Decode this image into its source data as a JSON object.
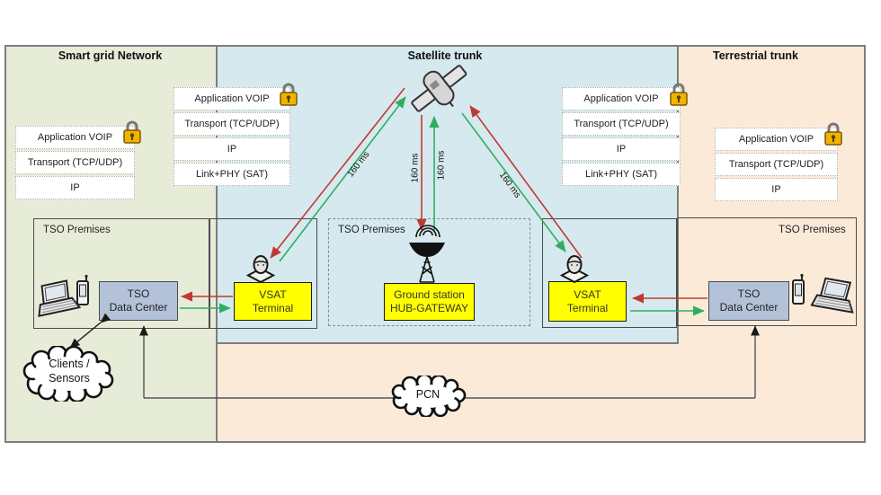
{
  "zones": {
    "smart_grid": {
      "title": "Smart grid Network",
      "bg": "#e7ecd9"
    },
    "satellite": {
      "title": "Satellite trunk",
      "bg": "#d5e9ef"
    },
    "terrestrial": {
      "title": "Terrestrial trunk",
      "bg": "#fcead9"
    }
  },
  "stacks": {
    "smart_grid": {
      "row1": "Application VOIP",
      "row2": "Transport (TCP/UDP)",
      "row3": "IP"
    },
    "sat_left": {
      "row1": "Application VOIP",
      "row2": "Transport (TCP/UDP)",
      "row3": "IP",
      "row4": "Link+PHY (SAT)"
    },
    "sat_right": {
      "row1": "Application VOIP",
      "row2": "Transport (TCP/UDP)",
      "row3": "IP",
      "row4": "Link+PHY (SAT)"
    },
    "terrestrial": {
      "row1": "Application VOIP",
      "row2": "Transport (TCP/UDP)",
      "row3": "IP"
    }
  },
  "premises": {
    "left": "TSO Premises",
    "middle": "TSO Premises",
    "right": "TSO Premises"
  },
  "nodes": {
    "dc_left": {
      "line1": "TSO",
      "line2": "Data Center"
    },
    "dc_right": {
      "line1": "TSO",
      "line2": "Data Center"
    },
    "vsat_left": {
      "line1": "VSAT",
      "line2": "Terminal"
    },
    "vsat_right": {
      "line1": "VSAT",
      "line2": "Terminal"
    },
    "ground": {
      "line1": "Ground station",
      "line2": "HUB-GATEWAY"
    }
  },
  "clouds": {
    "clients_line1": "Clients /",
    "clients_line2": "Sensors",
    "pcn": "PCN"
  },
  "latency": {
    "left": "160 ms",
    "mid_left": "160 ms",
    "mid_right": "160 ms",
    "right": "160 ms"
  },
  "colors": {
    "zone_green": "#e7ecd9",
    "zone_blue": "#d5e9ef",
    "zone_peach": "#fcead9",
    "link_red": "#c03a30",
    "link_green": "#2fae60",
    "node_yellow": "#ffff00",
    "dc_fill": "#b3c2d9",
    "lock_gold": "#f0b400"
  }
}
